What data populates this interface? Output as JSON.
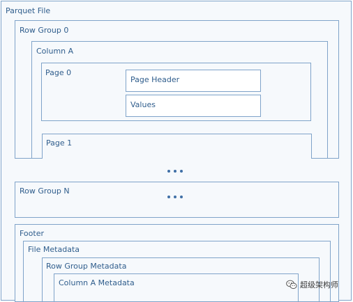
{
  "parquet_file": {
    "label": "Parquet File"
  },
  "row_group_0": {
    "label": "Row Group 0",
    "column": {
      "label": "Column A",
      "page_0": {
        "label": "Page 0",
        "header_label": "Page Header",
        "values_label": "Values"
      },
      "page_1": {
        "label": "Page 1"
      }
    }
  },
  "row_group_n": {
    "label": "Row Group N"
  },
  "footer": {
    "label": "Footer",
    "file_metadata": {
      "label": "File Metadata",
      "row_group_metadata": {
        "label": "Row Group Metadata",
        "column_metadata": {
          "label": "Column A Metadata"
        }
      }
    }
  },
  "watermark": {
    "text": "超级架构师",
    "icon": "wechat-icon"
  }
}
